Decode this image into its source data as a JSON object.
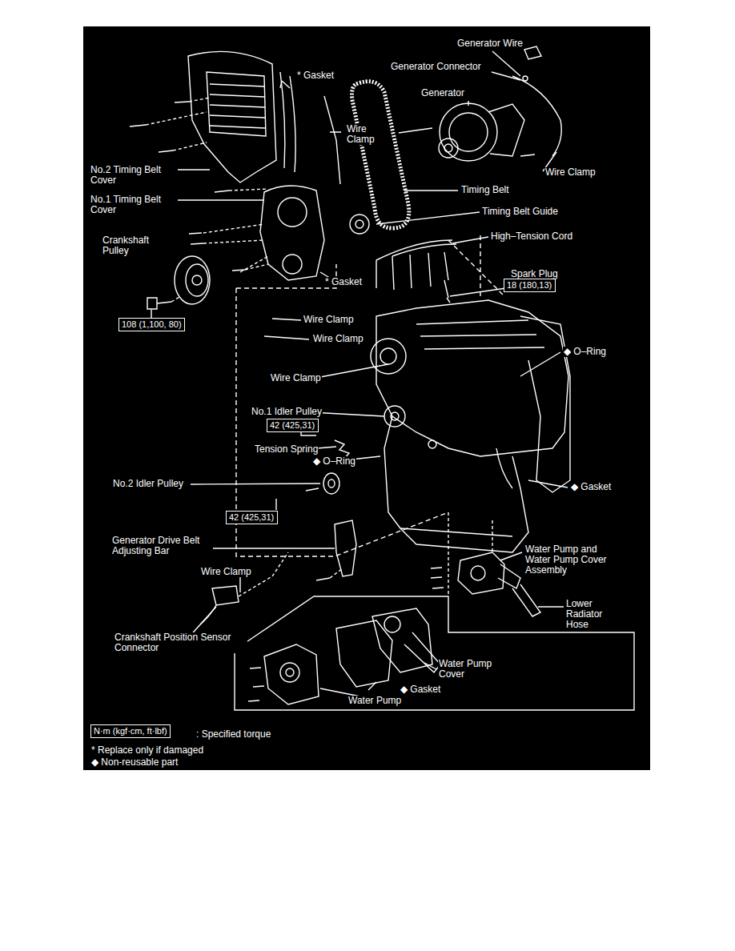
{
  "diagram": {
    "nodes": [
      {
        "text": [
          "18 (180,13)"
        ]
      },
      {
        "text": [
          "108 (1,100, 80)"
        ]
      },
      {
        "text": [
          "42 (425,31)"
        ]
      },
      {
        "text": [
          "42 (425,31)"
        ]
      },
      {
        "text": [
          "N·m (kgf·cm, ft·lbf)"
        ]
      }
    ],
    "labels": [
      "Generator Wire",
      "Generator Connector",
      "Generator",
      "* Gasket",
      "Wire Clamp",
      "Wire Clamp",
      "No.2 Timing Belt Cover",
      "No.1 Timing Belt Cover",
      "Timing Belt",
      "Timing Belt Guide",
      "Crankshaft Pulley",
      "High–Tension Cord",
      "Spark Plug",
      "* Gasket",
      "Wire Clamp",
      "Wire Clamp",
      "Wire Clamp",
      "◆ O–Ring",
      "No.1 Idler Pulley",
      "Tension Spring",
      "◆ O–Ring",
      "No.2 Idler Pulley",
      "◆ Gasket",
      "Generator Drive Belt Adjusting Bar",
      "Wire Clamp",
      "Water Pump and Water Pump Cover Assembly",
      "Lower Radiator Hose",
      "Crankshaft Position Sensor Connector",
      "Water Pump Cover",
      "◆ Gasket",
      "Water Pump",
      ": Specified torque",
      "* Replace only if damaged",
      "◆ Non-reusable part"
    ]
  }
}
